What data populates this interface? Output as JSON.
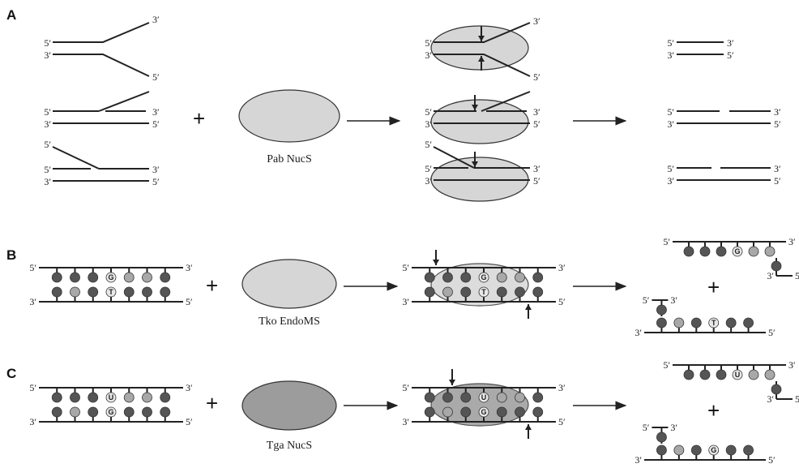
{
  "panels": {
    "a": {
      "label": "A",
      "enzyme": "Pab NucS",
      "ends": {
        "five": "5′",
        "three": "3′"
      },
      "plus": "+"
    },
    "b": {
      "label": "B",
      "enzyme": "Tko EndoMS",
      "top_strand_bases": [
        "",
        "",
        "",
        "G",
        "",
        "",
        ""
      ],
      "bottom_strand_bases": [
        "",
        "",
        "",
        "T",
        "",
        "",
        ""
      ],
      "plus": "+"
    },
    "c": {
      "label": "C",
      "enzyme": "Tga NucS",
      "top_strand_bases": [
        "",
        "",
        "",
        "U",
        "",
        "",
        ""
      ],
      "bottom_strand_bases": [
        "",
        "",
        "",
        "G",
        "",
        "",
        ""
      ],
      "plus": "+"
    }
  },
  "colors": {
    "strand": "#222222",
    "enzyme_light": "#d6d6d6",
    "enzyme_dark": "#9c9c9c",
    "base_dark": "#555555",
    "base_light": "#a8a8a8",
    "base_white": "#e8e8e8"
  }
}
